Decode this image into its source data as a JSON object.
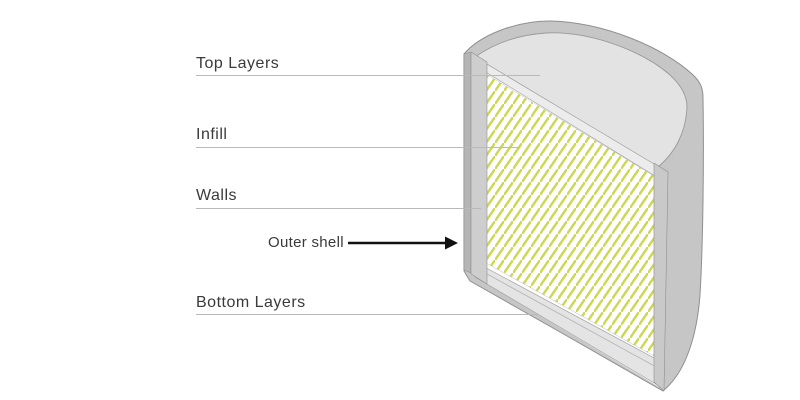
{
  "diagram": {
    "subject": "3D print cutaway cylinder",
    "labels": {
      "top_layers": "Top Layers",
      "infill": "Infill",
      "walls": "Walls",
      "outer_shell": "Outer shell",
      "bottom_layers": "Bottom Layers"
    },
    "colors": {
      "infill_hatch": "#ccd752",
      "shell_gray": "#c6c6c6",
      "rim_gray": "#c2c2c2",
      "top_face_gray": "#e3e3e3",
      "layer_band_gray": "#e7e7e7",
      "wall_face_gray": "#cecece",
      "outline_gray": "#8f8f8f",
      "pointer_line": "#b9b9b9",
      "arrow": "#111111",
      "label_text": "#3a3a3a",
      "background": "#ffffff"
    }
  }
}
